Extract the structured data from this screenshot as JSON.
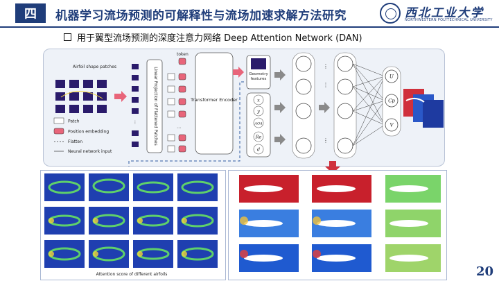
{
  "header": {
    "section": "四",
    "title": "机器学习流场预测的可解释性与流场加速求解方法研究",
    "logo_cn": "西北工业大学",
    "logo_en": "NORTHWESTERN POLYTECHNICAL UNIVERSITY"
  },
  "subtitle": "用于翼型流场预测的深度注意力网络 Deep Attention Network (DAN)",
  "diagram": {
    "airfoil_title": "Airfoil shape patches",
    "token_label": "token",
    "linear_projection": "Linear Projection of Flattened Patches",
    "transformer": "Transformer Encoder",
    "geometry_features": "Geometry features",
    "inputs": [
      "x",
      "y",
      "AOA",
      "Re",
      "d"
    ],
    "outputs": [
      "U",
      "Cp",
      "V"
    ],
    "legend": [
      {
        "label": "Patch"
      },
      {
        "label": "Position embedding"
      },
      {
        "label": "Flatten"
      },
      {
        "label": "Neural network input"
      }
    ],
    "colors": {
      "accent": "#1f3d7a",
      "pink": "#e8657a",
      "node_border": "#1f3d7a"
    }
  },
  "attention_caption": "Attention score of different airfoils",
  "page_number": "20"
}
